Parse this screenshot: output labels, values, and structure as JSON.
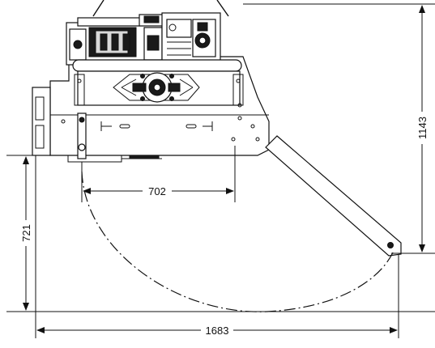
{
  "dimensions": {
    "height_total": "1143",
    "swing_height": "721",
    "inner_width": "702",
    "overall_width": "1683"
  }
}
